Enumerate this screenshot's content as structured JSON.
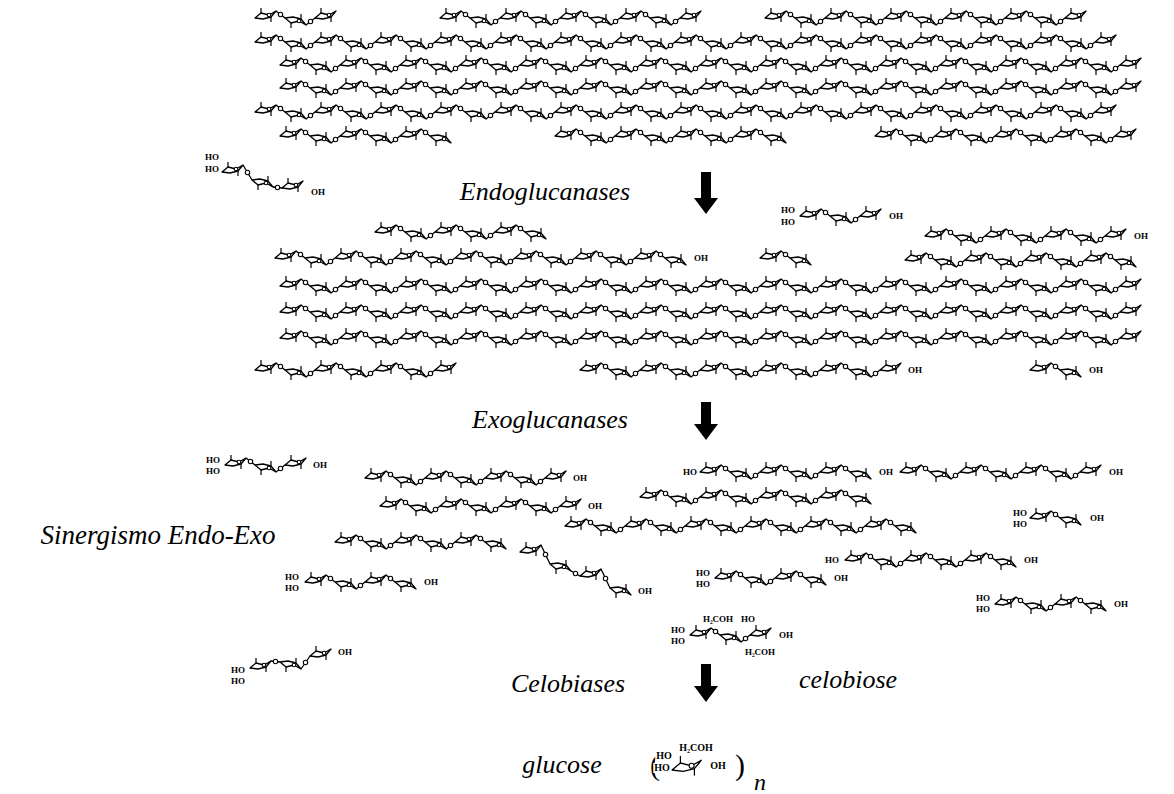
{
  "diagram": {
    "labels": [
      "Endoglucanases",
      "Exoglucanases",
      "Sinergismo Endo-Exo",
      "Celobiases",
      "celobiose",
      "glucose",
      "(",
      ")",
      "n",
      "HO",
      "HO",
      "OH",
      "HO",
      "HO",
      "OH",
      "OH",
      "OH",
      "OH",
      "OH",
      "HO",
      "HO",
      "OH",
      "OH",
      "OH",
      "HO",
      "OH",
      "OH",
      "HO",
      "HO",
      "OH",
      "HO",
      "OH",
      "OH",
      "HO",
      "HO",
      "OH",
      "HO",
      "HO",
      "OH",
      "HO",
      "HO",
      "OH",
      "HO",
      "HO",
      "H₂COH",
      "HO",
      "OH",
      "H₂COH",
      "HO",
      "HO",
      "OH",
      "HO",
      "HO",
      "H₂COH",
      "OH"
    ]
  }
}
